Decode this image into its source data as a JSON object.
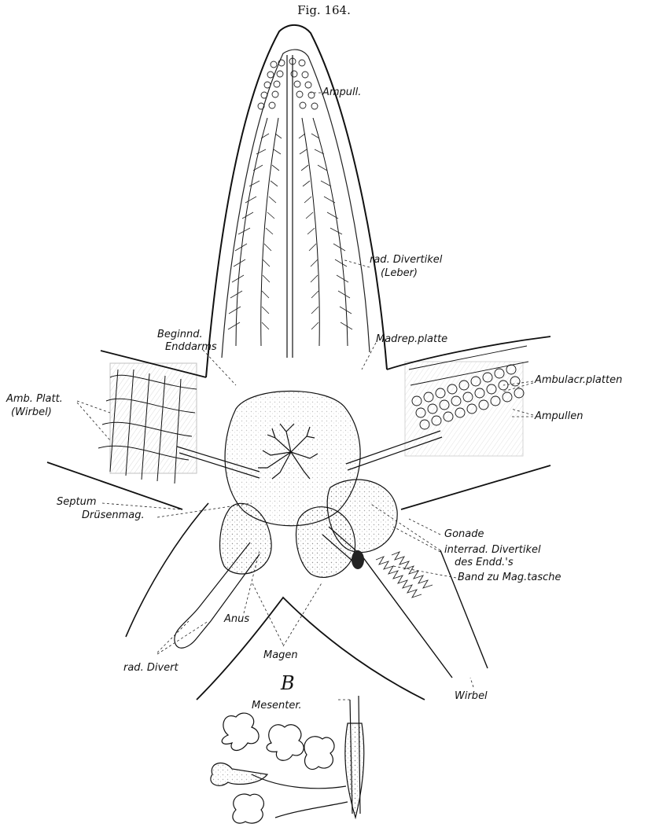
{
  "figure": {
    "title": "Fig. 164.",
    "panel_letter": "B"
  },
  "labels": {
    "ampull": "Ampull.",
    "rad_divertikel": "rad. Divertikel",
    "leber": "(Leber)",
    "beginnd": "Beginnd.",
    "enddarms": "Enddarms",
    "madrep_platte": "Madrep.platte",
    "ambulacr_platten": "Ambulacr.platten",
    "amb_platt": "Amb. Platt.",
    "wirbel_paren": "(Wirbel)",
    "ampullen": "Ampullen",
    "septum": "Septum",
    "gonade": "Gonade",
    "drusenmag": "Drüsenmag.",
    "interrad_divertikel": "interrad. Divertikel",
    "des_endd": "des Endd.'s",
    "band_zu_magtasche": "Band zu Mag.tasche",
    "anus": "Anus",
    "magen": "Magen",
    "rad_divert": "rad. Divert",
    "wirbel": "Wirbel",
    "mesenter": "Mesenter."
  }
}
